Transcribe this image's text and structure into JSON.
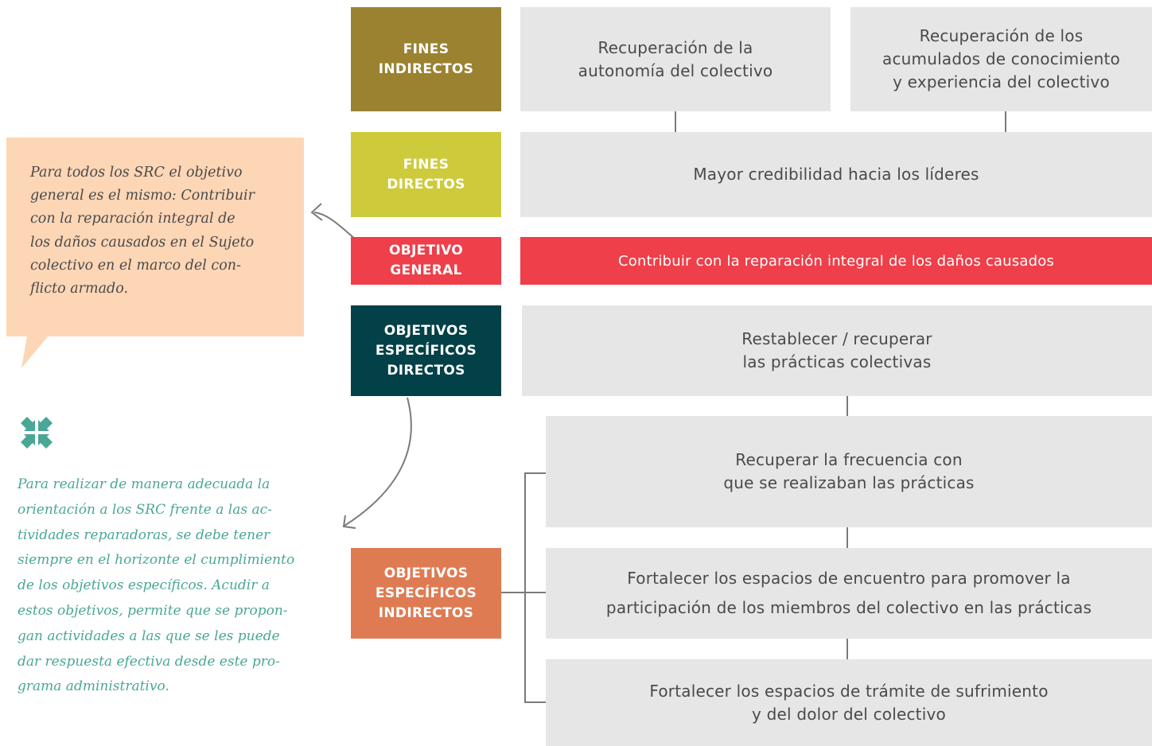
{
  "labels": {
    "fines_indirectos": "FINES\nINDIRECTOS",
    "fines_directos": "FINES\nDIRECTOS",
    "objetivo_general": "OBJETIVO\nGENERAL",
    "objetivos_especificos_directos": "OBJETIVOS\nESPECÍFICOS\nDIRECTOS",
    "objetivos_especificos_indirectos": "OBJETIVOS\nESPECÍFICOS\nINDIRECTOS"
  },
  "boxes": {
    "fin_indirecto_1": "Recuperación de la\nautonomía del colectivo",
    "fin_indirecto_2": "Recuperación de los\nacumulados de conocimiento\ny experiencia del colectivo",
    "fin_directo": "Mayor credibilidad hacia los líderes",
    "objetivo_general": "Contribuir con la reparación integral de los daños causados",
    "especifico_directo": "Restablecer / recuperar\nlas prácticas colectivas",
    "especifico_indirecto_1": "Recuperar la frecuencia con\nque se realizaban las prácticas",
    "especifico_indirecto_2": "Fortalecer los espacios de encuentro para promover la\nparticipación de los miembros del colectivo en las prácticas",
    "especifico_indirecto_3": "Fortalecer los espacios de trámite de sufrimiento\ny del dolor del colectivo"
  },
  "notes": {
    "callout": "Para todos los SRC el objetivo\ngeneral es el mismo: Contribuir\ncon la reparación integral de\nlos daños causados en el Sujeto\ncolectivo en el marco del con-\nflicto armado.",
    "guidance": "Para realizar de manera adecuada la\norientación a los SRC frente a las ac-\ntividades reparadoras, se debe tener\nsiempre en el horizonte el cumplimiento\nde los objetivos específicos. Acudir a\nestos objetivos, permite que se propon-\ngan actividades a las que se les puede\ndar respuesta efectiva desde este pro-\ngrama administrativo."
  },
  "icons": {
    "compress": "compress-arrows-icon"
  },
  "colors": {
    "fines_indirectos": "#9b8230",
    "fines_directos": "#cdcb3c",
    "objetivo_general": "#ee3f4a",
    "objetivos_especificos_directos": "#024147",
    "objetivos_especificos_indirectos": "#df7b53",
    "box": "#e6e6e7",
    "callout": "#fdd6b6",
    "guidance_text": "#4aa795",
    "connector": "#7a7a7a"
  }
}
